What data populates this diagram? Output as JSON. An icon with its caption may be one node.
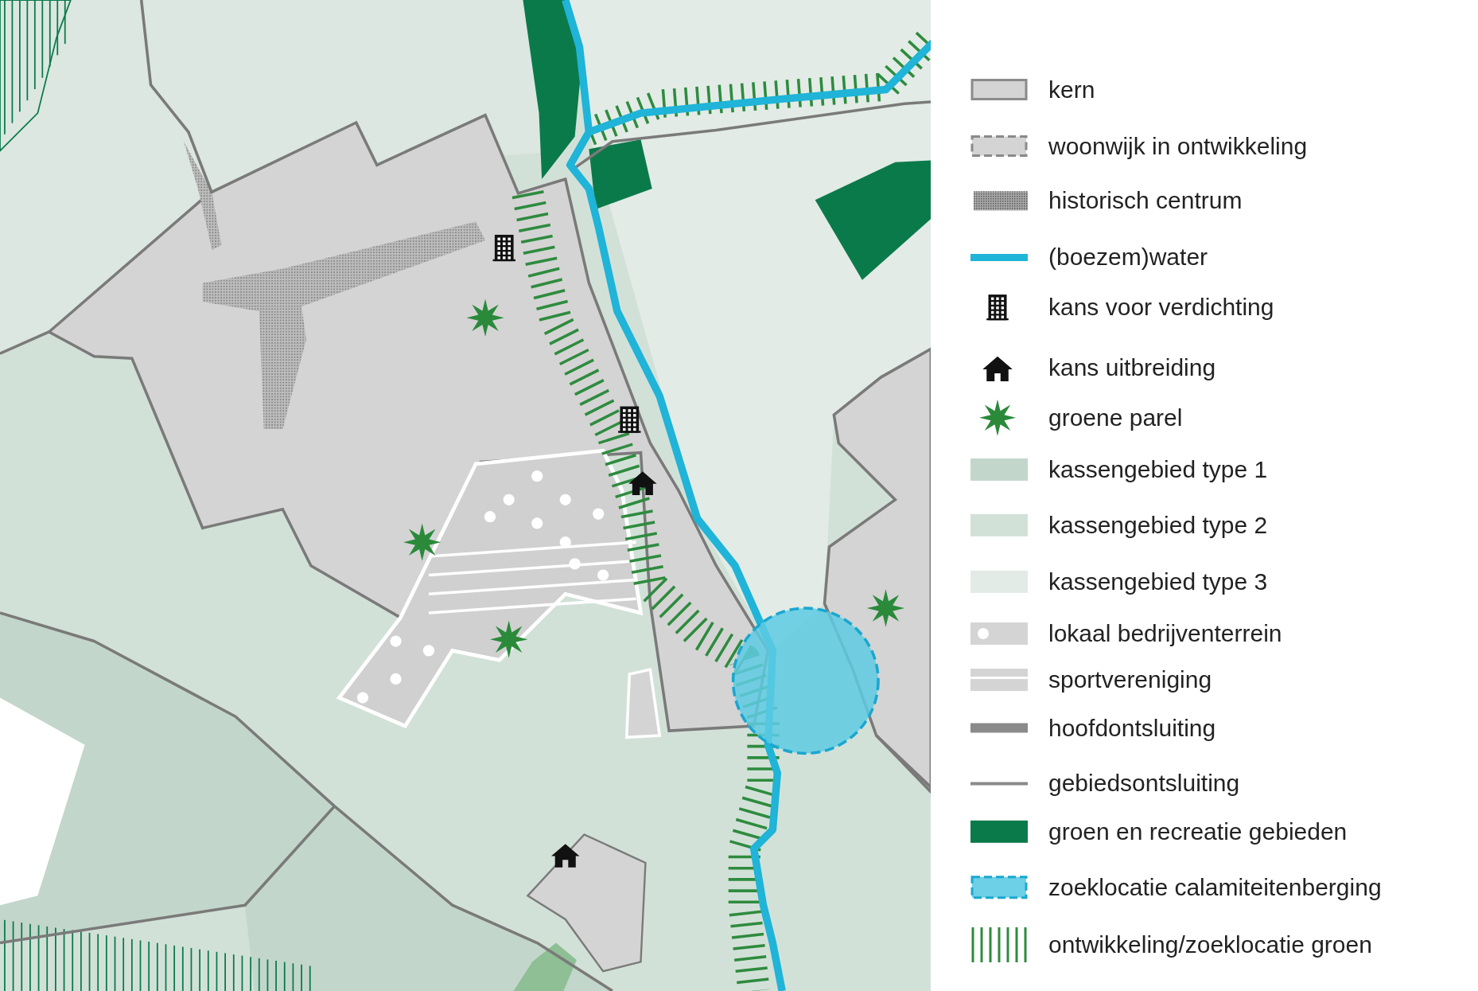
{
  "diagram": {
    "legend": [
      {
        "text": "kern"
      },
      {
        "text": "woonwijk in ontwikkeling"
      },
      {
        "text": "historisch centrum"
      },
      {
        "text": "(boezem)water"
      },
      {
        "text": "kans voor verdichting"
      },
      {
        "text": "kans uitbreiding"
      },
      {
        "text": "groene parel"
      },
      {
        "text": "kassengebied type 1",
        "color": "#c3d6cb"
      },
      {
        "text": "kassengebied type 2",
        "color": "#d2e1d8"
      },
      {
        "text": "kassengebied type 3",
        "color": "#e2ebe6"
      },
      {
        "text": "lokaal bedrijventerrein"
      },
      {
        "text": "sportvereniging"
      },
      {
        "text": "hoofdontsluiting"
      },
      {
        "text": "gebiedsontsluiting"
      },
      {
        "text": "groen en recreatie gebieden",
        "color": "#0b7a4b"
      },
      {
        "text": "zoeklocatie calamiteitenberging"
      },
      {
        "text": "ontwikkeling/zoeklocatie groen"
      }
    ]
  }
}
